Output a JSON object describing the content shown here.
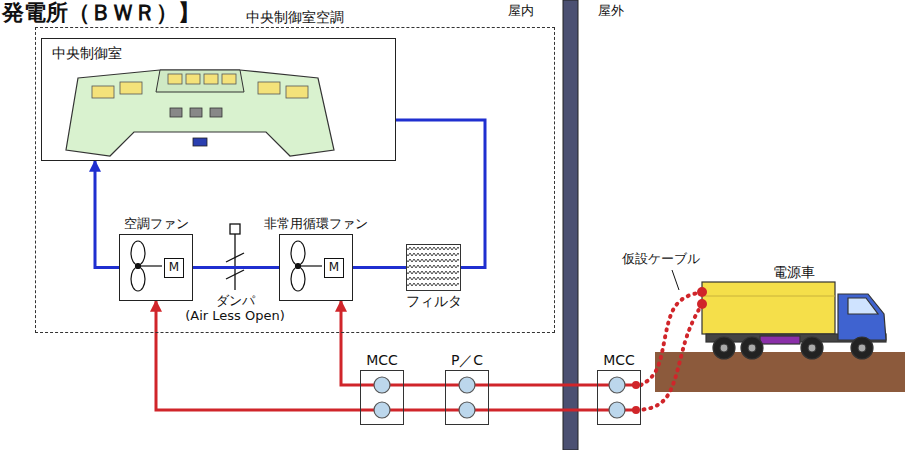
{
  "diagram": {
    "title": "発電所（ＢＷＲ）】",
    "nodes": [
      {
        "text": [
          "中央制御室空調"
        ]
      },
      {
        "text": [
          "中央制御室"
        ],
        "in": 0
      },
      {
        "text": [
          "空調ファン",
          "M"
        ],
        "in": 0
      },
      {
        "text": [
          "非常用循環ファン",
          "M"
        ],
        "in": 0
      },
      {
        "text": [
          "フィルタ"
        ],
        "in": 0
      },
      {
        "text": [
          "MCC"
        ]
      },
      {
        "text": [
          "P／C"
        ]
      },
      {
        "text": [
          "MCC"
        ]
      },
      {
        "text": [
          "電源車"
        ]
      }
    ],
    "edges": [
      {
        "from": 2,
        "to": 1,
        "arrow": "to"
      },
      {
        "from": 1,
        "to": 4,
        "arrow": "none"
      },
      {
        "from": 4,
        "to": 3,
        "arrow": "none"
      },
      {
        "from": 3,
        "to": 2,
        "arrow": "none"
      },
      {
        "from": 5,
        "to": 2,
        "arrow": "to"
      },
      {
        "from": 5,
        "to": 3,
        "arrow": "to"
      },
      {
        "from": 6,
        "to": 5,
        "arrow": "none"
      },
      {
        "from": 7,
        "to": 6,
        "arrow": "none"
      },
      {
        "from": 8,
        "to": 7,
        "arrow": "none"
      }
    ],
    "labels": [
      "屋内",
      "屋外",
      "ダンパ",
      "(Air Less Open)",
      "仮設ケーブル"
    ]
  }
}
